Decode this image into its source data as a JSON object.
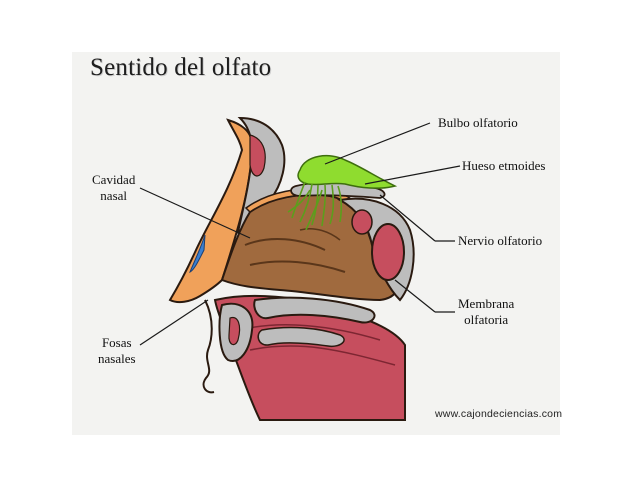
{
  "title": "Sentido del olfato",
  "labels": {
    "bulbo": "Bulbo olfatorio",
    "hueso": "Hueso etmoides",
    "nervio": "Nervio olfatorio",
    "membrana_1": "Membrana",
    "membrana_2": "olfatoria",
    "cavidad_1": "Cavidad",
    "cavidad_2": "nasal",
    "fosas_1": "Fosas",
    "fosas_2": "nasales"
  },
  "credit": "www.cajondeciencias.com",
  "colors": {
    "background": "#f3f3f1",
    "skin": "#f0a15a",
    "cavity": "#a06a3e",
    "bone": "#bdbdbd",
    "tissue": "#c64e5e",
    "bulb": "#8fdc2f",
    "vein": "#3a7fd0"
  }
}
